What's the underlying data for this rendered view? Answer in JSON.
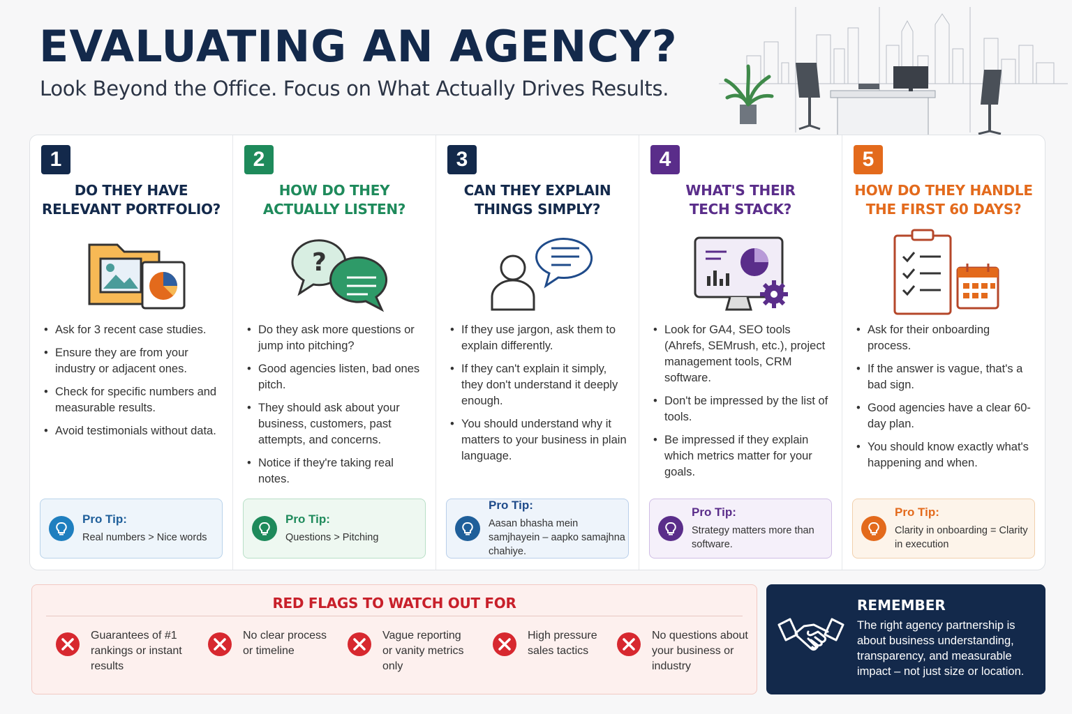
{
  "header": {
    "title": "EVALUATING AN AGENCY?",
    "subtitle": "Look Beyond the Office. Focus on What Actually Drives Results."
  },
  "colors": {
    "navy": "#13294b",
    "green": "#1e8a5b",
    "blue": "#1f4b8a",
    "purple": "#5a2d8a",
    "orange": "#e36a1c",
    "red": "#c8202a"
  },
  "cards": [
    {
      "number": "1",
      "title_line1": "DO THEY HAVE",
      "title_line2": "RELEVANT PORTFOLIO?",
      "icon": "portfolio-folder-icon",
      "bullets": [
        "Ask for 3 recent case studies.",
        "Ensure they are from your industry or adjacent ones.",
        "Check for specific numbers and measurable results.",
        "Avoid testimonials without data."
      ],
      "tip_label": "Pro Tip:",
      "tip_body": "Real numbers > Nice words"
    },
    {
      "number": "2",
      "title_line1": "HOW DO THEY",
      "title_line2": "ACTUALLY LISTEN?",
      "icon": "chat-bubbles-icon",
      "bullets": [
        "Do they ask more questions or jump into pitching?",
        "Good agencies listen, bad ones pitch.",
        "They should ask about your business, customers, past attempts, and concerns.",
        "Notice if they're taking real notes."
      ],
      "tip_label": "Pro Tip:",
      "tip_body": "Questions > Pitching"
    },
    {
      "number": "3",
      "title_line1": "CAN THEY EXPLAIN",
      "title_line2": "THINGS SIMPLY?",
      "icon": "person-speech-icon",
      "bullets": [
        "If they use jargon, ask them to explain differently.",
        "If they can't explain it simply, they don't understand it deeply enough.",
        "You should understand why it matters to your business in plain language."
      ],
      "tip_label": "Pro Tip:",
      "tip_body": "Aasan bhasha mein samjhayein – aapko samajhna chahiye."
    },
    {
      "number": "4",
      "title_line1": "WHAT'S THEIR",
      "title_line2": "TECH STACK?",
      "icon": "monitor-gear-icon",
      "bullets": [
        "Look for GA4, SEO tools (Ahrefs, SEMrush, etc.), project management tools, CRM software.",
        "Don't be impressed by the list of tools.",
        "Be impressed if they explain which metrics matter for your goals."
      ],
      "tip_label": "Pro Tip:",
      "tip_body": "Strategy matters more than software."
    },
    {
      "number": "5",
      "title_line1": "HOW DO THEY HANDLE",
      "title_line2": "THE FIRST 60 DAYS?",
      "icon": "clipboard-calendar-icon",
      "bullets": [
        "Ask for their onboarding process.",
        "If the answer is vague, that's a bad sign.",
        "Good agencies have a clear 60-day plan.",
        "You should know exactly what's happening and when."
      ],
      "tip_label": "Pro Tip:",
      "tip_body": "Clarity in onboarding = Clarity in execution"
    }
  ],
  "red_flags": {
    "title": "RED FLAGS TO WATCH OUT FOR",
    "items": [
      "Guarantees of #1 rankings or instant results",
      "No clear process or timeline",
      "Vague reporting or vanity metrics only",
      "High pressure sales tactics",
      "No questions about your business or industry"
    ]
  },
  "remember": {
    "title": "REMEMBER",
    "body": "The right agency partnership is about business understanding, transparency, and measurable impact – not just size or location."
  }
}
